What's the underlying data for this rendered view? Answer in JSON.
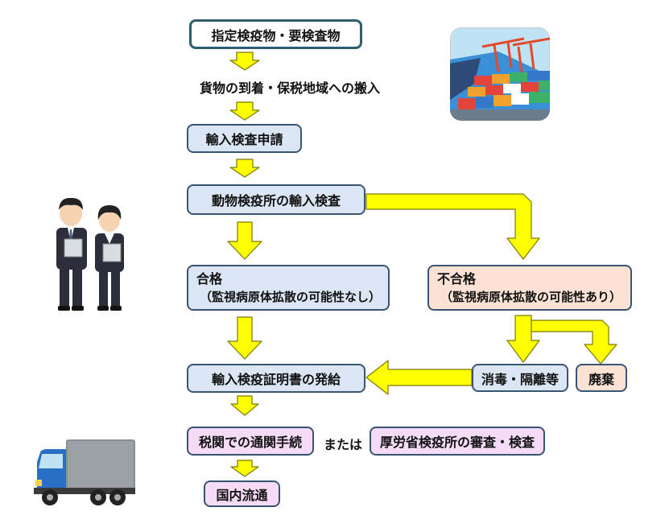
{
  "flow": {
    "start": "指定検疫物・要検査物",
    "arrival": "貨物の到着・保税地域への搬入",
    "application": "輸入検査申請",
    "inspection": "動物検疫所の輸入検査",
    "pass_title": "合格",
    "pass_note": "（監視病原体拡散の可能性なし）",
    "fail_title": "不合格",
    "fail_note": "（監視病原体拡散の可能性あり）",
    "disinfect": "消毒・隔離等",
    "dispose": "廃棄",
    "certificate": "輸入検疫証明書の発給",
    "customs": "税関での通関手続",
    "or": "または",
    "mhlw": "厚労省検疫所の審査・検査",
    "domestic": "国内流通"
  },
  "colors": {
    "arrow_fill": "#ffff00",
    "arrow_stroke": "#7a7a00",
    "box_blue": "#dae6f3",
    "box_peach": "#fbe2d5",
    "box_pink": "#f6dbf6"
  },
  "illustrations": [
    "container-port-illustration",
    "inspectors-illustration",
    "truck-illustration"
  ]
}
